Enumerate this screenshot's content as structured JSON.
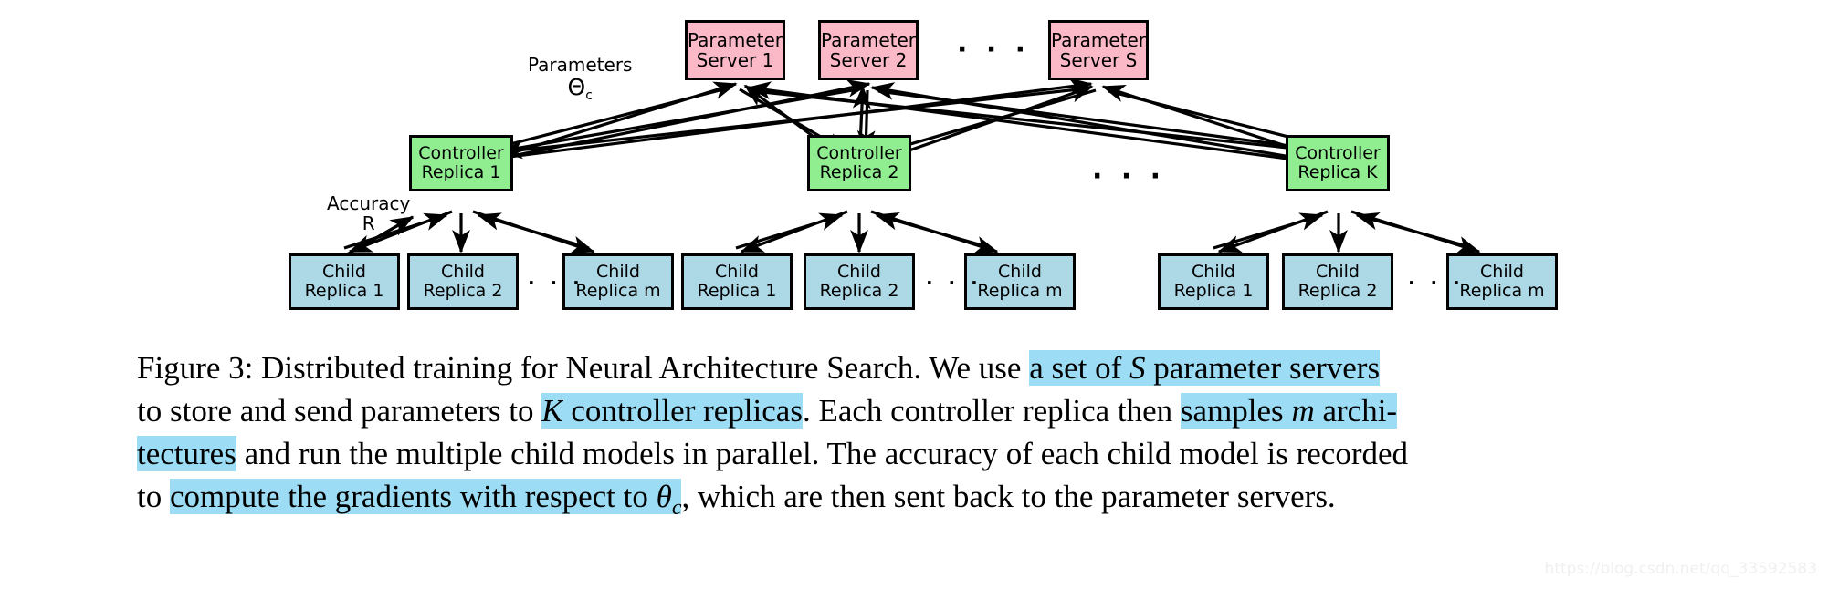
{
  "figure": {
    "watermark": "https://blog.csdn.net/qq_33592583",
    "colors": {
      "parameter_server_fill": "#FBB8C6",
      "controller_fill": "#90EE90",
      "child_fill": "#ADD8E6",
      "highlight": "#9CDDF5",
      "stroke": "#000000"
    }
  },
  "diagram": {
    "edge_labels": {
      "parameters": {
        "line1": "Parameters",
        "symbol": "Θ",
        "subscript": "c"
      },
      "accuracy": {
        "line1": "Accuracy",
        "line2": "R"
      }
    },
    "ellipsis": "· · ·",
    "parameter_servers": [
      {
        "line1": "Parameter",
        "line2": "Server 1"
      },
      {
        "line1": "Parameter",
        "line2": "Server 2"
      },
      {
        "line1": "Parameter",
        "line2": "Server S"
      }
    ],
    "controllers": [
      {
        "line1": "Controller",
        "line2": "Replica 1"
      },
      {
        "line1": "Controller",
        "line2": "Replica 2"
      },
      {
        "line1": "Controller",
        "line2": "Replica K"
      }
    ],
    "child_groups": [
      {
        "children": [
          {
            "line1": "Child",
            "line2": "Replica 1"
          },
          {
            "line1": "Child",
            "line2": "Replica 2"
          },
          {
            "line1": "Child",
            "line2": "Replica m"
          }
        ]
      },
      {
        "children": [
          {
            "line1": "Child",
            "line2": "Replica 1"
          },
          {
            "line1": "Child",
            "line2": "Replica 2"
          },
          {
            "line1": "Child",
            "line2": "Replica m"
          }
        ]
      },
      {
        "children": [
          {
            "line1": "Child",
            "line2": "Replica 1"
          },
          {
            "line1": "Child",
            "line2": "Replica 2"
          },
          {
            "line1": "Child",
            "line2": "Replica m"
          }
        ]
      }
    ]
  },
  "caption": {
    "label": "Figure 3:",
    "full_text": "Figure 3: Distributed training for Neural Architecture Search. We use a set of S parameter servers to store and send parameters to K controller replicas. Each controller replica then samples m architectures and run the multiple child models in parallel. The accuracy of each child model is recorded to compute the gradients with respect to θc, which are then sent back to the parameter servers.",
    "lines": [
      {
        "segments": [
          {
            "text": "Figure 3: Distributed training for Neural Architecture Search.  We use ",
            "highlight": false,
            "italic": false
          },
          {
            "text": "a set of ",
            "highlight": true,
            "italic": false
          },
          {
            "text": "S",
            "highlight": true,
            "italic": true
          },
          {
            "text": " parameter servers",
            "highlight": true,
            "italic": false
          }
        ]
      },
      {
        "segments": [
          {
            "text": "to store and send parameters to ",
            "highlight": false,
            "italic": false
          },
          {
            "text": "K",
            "highlight": true,
            "italic": true
          },
          {
            "text": " controller replicas",
            "highlight": true,
            "italic": false
          },
          {
            "text": ". Each controller replica then ",
            "highlight": false,
            "italic": false
          },
          {
            "text": "samples ",
            "highlight": true,
            "italic": false
          },
          {
            "text": "m",
            "highlight": true,
            "italic": true
          },
          {
            "text": " archi-",
            "highlight": true,
            "italic": false
          }
        ]
      },
      {
        "segments": [
          {
            "text": "tectures",
            "highlight": true,
            "italic": false
          },
          {
            "text": " and run the multiple child models in parallel.  The accuracy of each child model is recorded",
            "highlight": false,
            "italic": false
          }
        ]
      },
      {
        "segments": [
          {
            "text": "to ",
            "highlight": false,
            "italic": false
          },
          {
            "text": "compute the gradients with respect to ",
            "highlight": true,
            "italic": false
          },
          {
            "text": "θc",
            "highlight": true,
            "italic": true
          },
          {
            "text": ", which are then sent back to the parameter servers.",
            "highlight": false,
            "italic": false
          }
        ]
      }
    ]
  }
}
